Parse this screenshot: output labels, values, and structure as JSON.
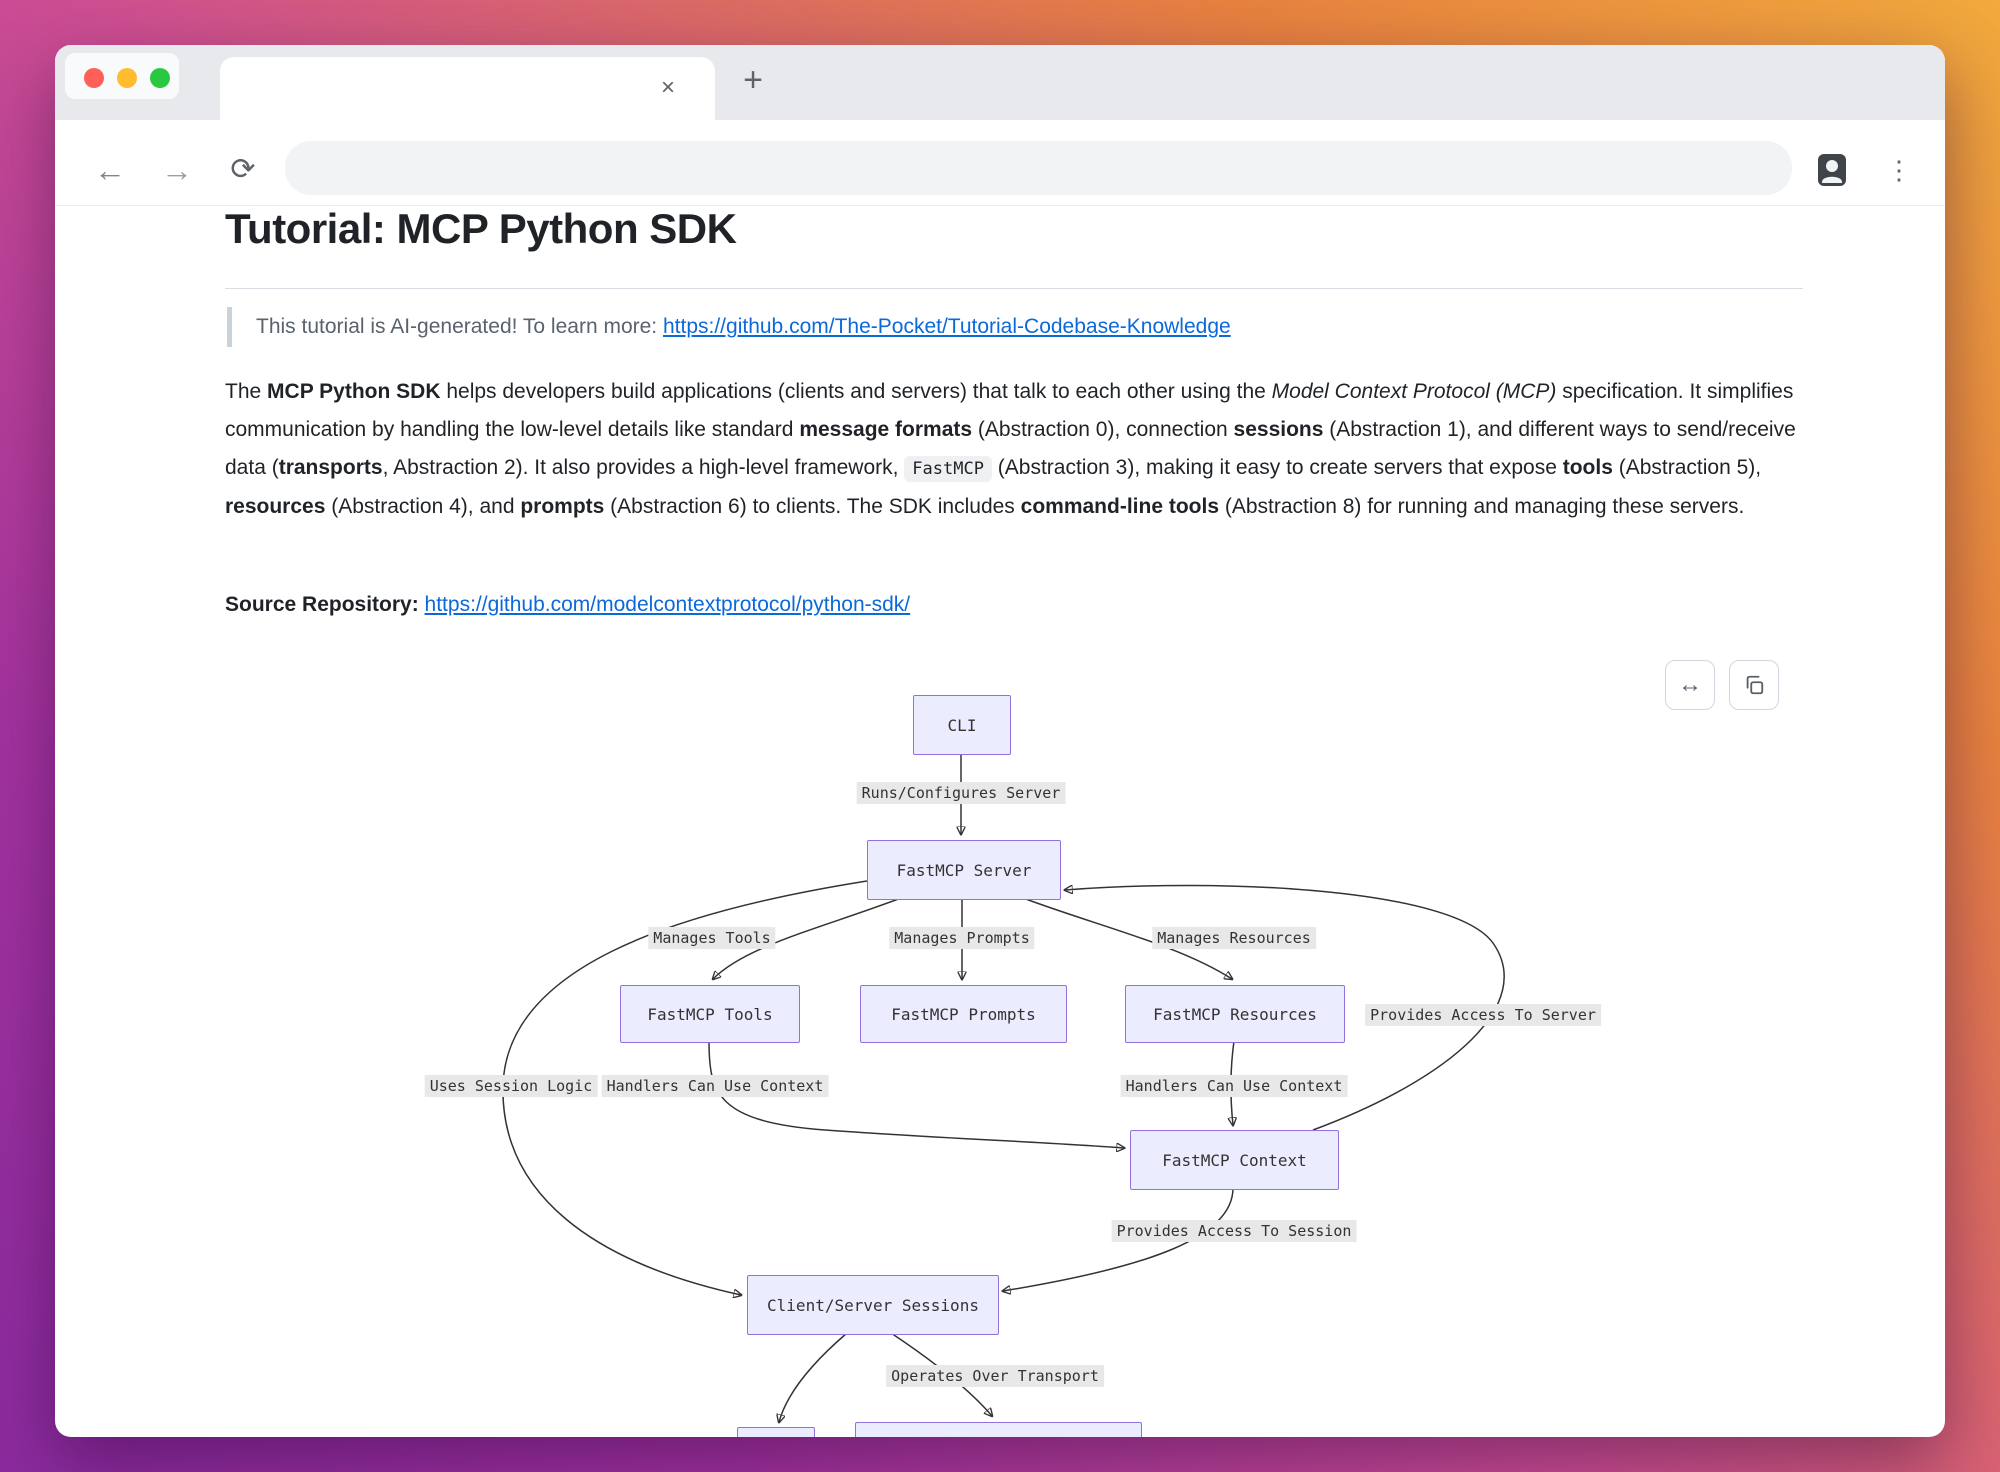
{
  "browser": {
    "tab_close_icon": "×",
    "new_tab_icon": "+",
    "back_icon": "←",
    "forward_icon": "→",
    "reload_icon": "⟳",
    "menu_icon": "⋮",
    "address_value": ""
  },
  "page": {
    "title": "Tutorial: MCP Python SDK",
    "note": {
      "text": "This tutorial is AI-generated! To learn more: ",
      "link": "https://github.com/The-Pocket/Tutorial-Codebase-Knowledge"
    },
    "intro": {
      "s01": "The ",
      "s02": "MCP Python SDK",
      "s03": " helps developers build applications (clients and servers) that talk to each other using the ",
      "s04": "Model Context Protocol (MCP)",
      "s05": " specification. It simplifies communication by handling the low-level details like standard ",
      "s06": "message formats",
      "s07": " (Abstraction 0), connection ",
      "s08": "sessions",
      "s09": " (Abstraction 1), and different ways to send/receive data (",
      "s10": "transports",
      "s11": ", Abstraction 2). It also provides a high-level framework, ",
      "s12": "FastMCP",
      "s13": " (Abstraction 3), making it easy to create servers that expose ",
      "s14": "tools",
      "s15": " (Abstraction 5), ",
      "s16": "resources",
      "s17": " (Abstraction 4), and ",
      "s18": "prompts",
      "s19": " (Abstraction 6) to clients. The SDK includes ",
      "s20": "command-line tools",
      "s21": " (Abstraction 8) for running and managing these servers."
    },
    "source": {
      "label": "Source Repository: ",
      "link": "https://github.com/modelcontextprotocol/python-sdk/"
    },
    "diagram_toolbar": {
      "expand_icon": "↔",
      "copy_icon": "copy"
    }
  },
  "diagram": {
    "nodes": {
      "cli": "CLI",
      "server": "FastMCP Server",
      "tools": "FastMCP Tools",
      "prompts": "FastMCP Prompts",
      "resources": "FastMCP Resources",
      "context": "FastMCP Context",
      "sessions": "Client/Server Sessions"
    },
    "edges": {
      "runs_configures": "Runs/Configures Server",
      "manages_tools": "Manages Tools",
      "manages_prompts": "Manages Prompts",
      "manages_resources": "Manages Resources",
      "provides_access_server": "Provides Access To Server",
      "uses_session_logic": "Uses Session Logic",
      "handlers_context_left": "Handlers Can Use Context",
      "handlers_context_right": "Handlers Can Use Context",
      "provides_access_session": "Provides Access To Session",
      "operates_transport": "Operates Over Transport"
    },
    "colors": {
      "node_fill": "#ECECFF",
      "node_border": "#9370DB",
      "edge_label_bg": "#E8E8E8",
      "edge_stroke": "#333333",
      "link_color": "#0B69DA"
    }
  }
}
